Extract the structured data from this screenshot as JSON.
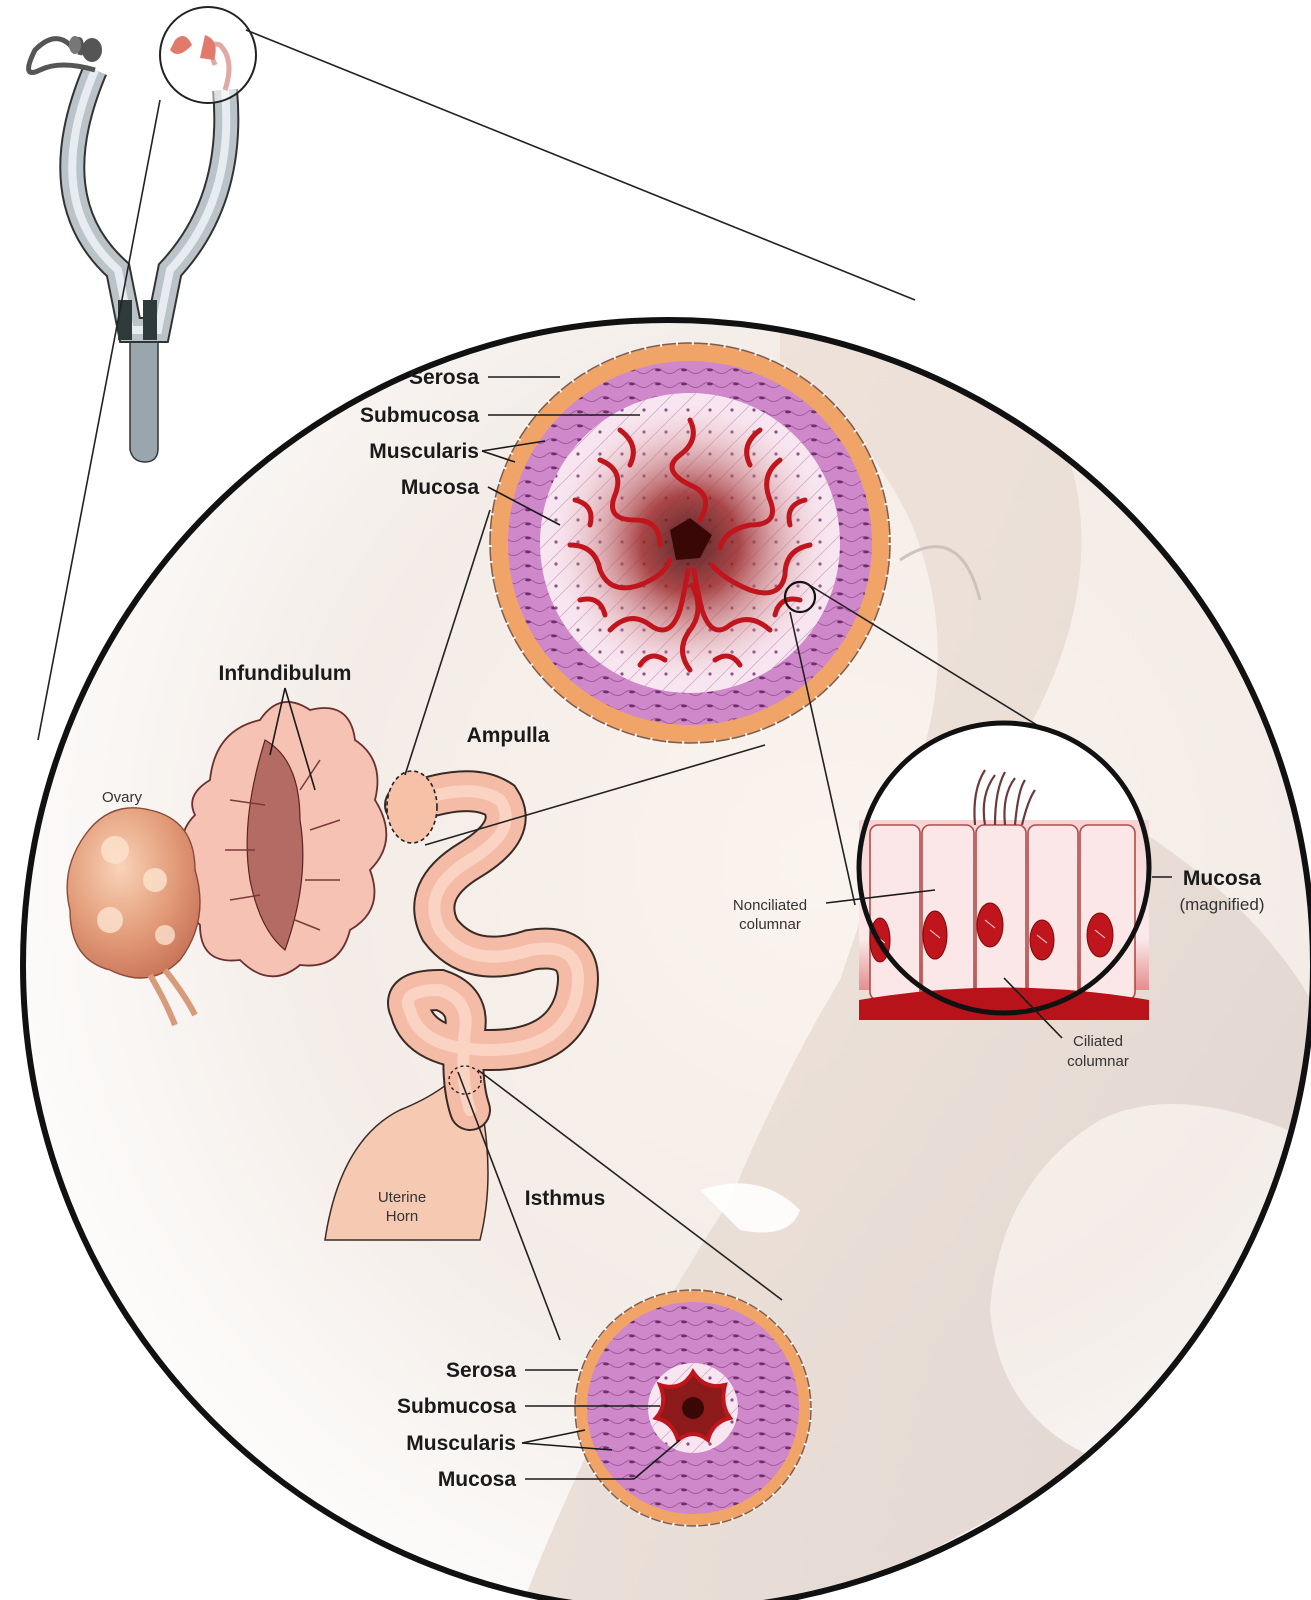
{
  "labels": {
    "ampulla_serosa": "Serosa",
    "ampulla_submucosa": "Submucosa",
    "ampulla_muscularis": "Muscularis",
    "ampulla_mucosa": "Mucosa",
    "infundibulum": "Infundibulum",
    "ampulla": "Ampulla",
    "ovary": "Ovary",
    "mucosa_magnified_title": "Mucosa",
    "mucosa_magnified_sub": "(magnified)",
    "nonciliated_1": "Nonciliated",
    "nonciliated_2": "columnar",
    "ciliated_1": "Ciliated",
    "ciliated_2": "columnar",
    "uterine_horn_1": "Uterine",
    "uterine_horn_2": "Horn",
    "isthmus": "Isthmus",
    "isthmus_serosa": "Serosa",
    "isthmus_submucosa": "Submucosa",
    "isthmus_muscularis": "Muscularis",
    "isthmus_mucosa": "Mucosa"
  },
  "colors": {
    "serosa": "#f2a365",
    "muscularis": "#c77bc3",
    "submucosa": "#f4dcea",
    "mucosa_fold": "#c0151c",
    "lumen": "#5a0f0f",
    "tube": "#f3bca6",
    "ovary": "#e6a07e",
    "uterus_background": "#efe7e0",
    "outline": "#111111"
  }
}
